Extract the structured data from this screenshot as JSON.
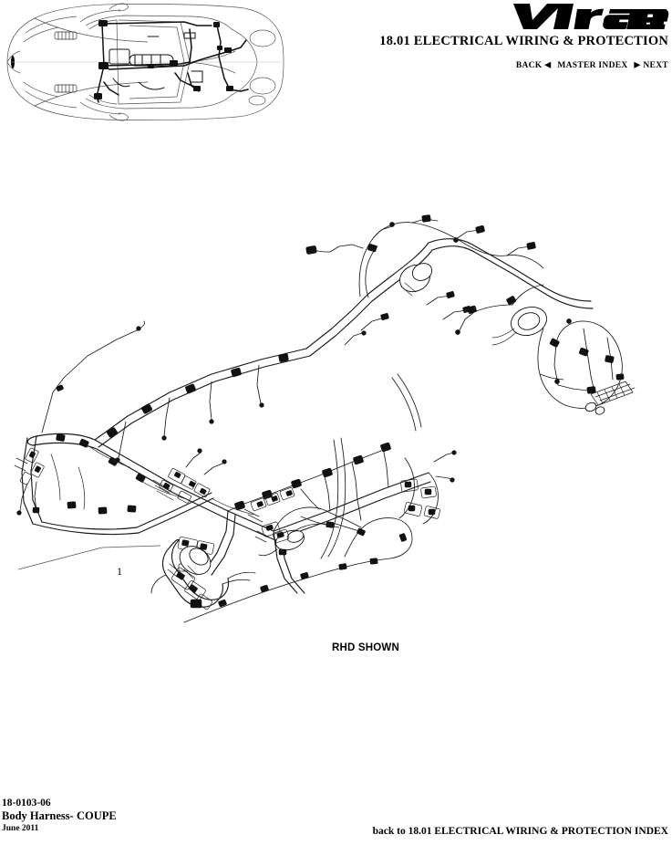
{
  "document": {
    "brand": "Virage",
    "section_title": "18.01 ELECTRICAL WIRING & PROTECTION",
    "view_note": "RHD SHOWN",
    "callout_1": "1"
  },
  "nav": {
    "back_label": "BACK",
    "back_arrow": "◀",
    "master_index_label": "MASTER INDEX",
    "next_arrow": "▶",
    "next_label": "NEXT"
  },
  "footer": {
    "part_number": "18-0103-06",
    "part_name": "Body Harness- COUPE",
    "date": "June 2011",
    "index_link": "back to 18.01 ELECTRICAL WIRING & PROTECTION INDEX"
  },
  "figure": {
    "thumbnail_name": "car-top-view-with-body-harness",
    "main_name": "body-harness-coupe-exploded-view"
  },
  "colors": {
    "ink": "#000000",
    "paper": "#ffffff",
    "light_line": "#8a8a8a"
  }
}
